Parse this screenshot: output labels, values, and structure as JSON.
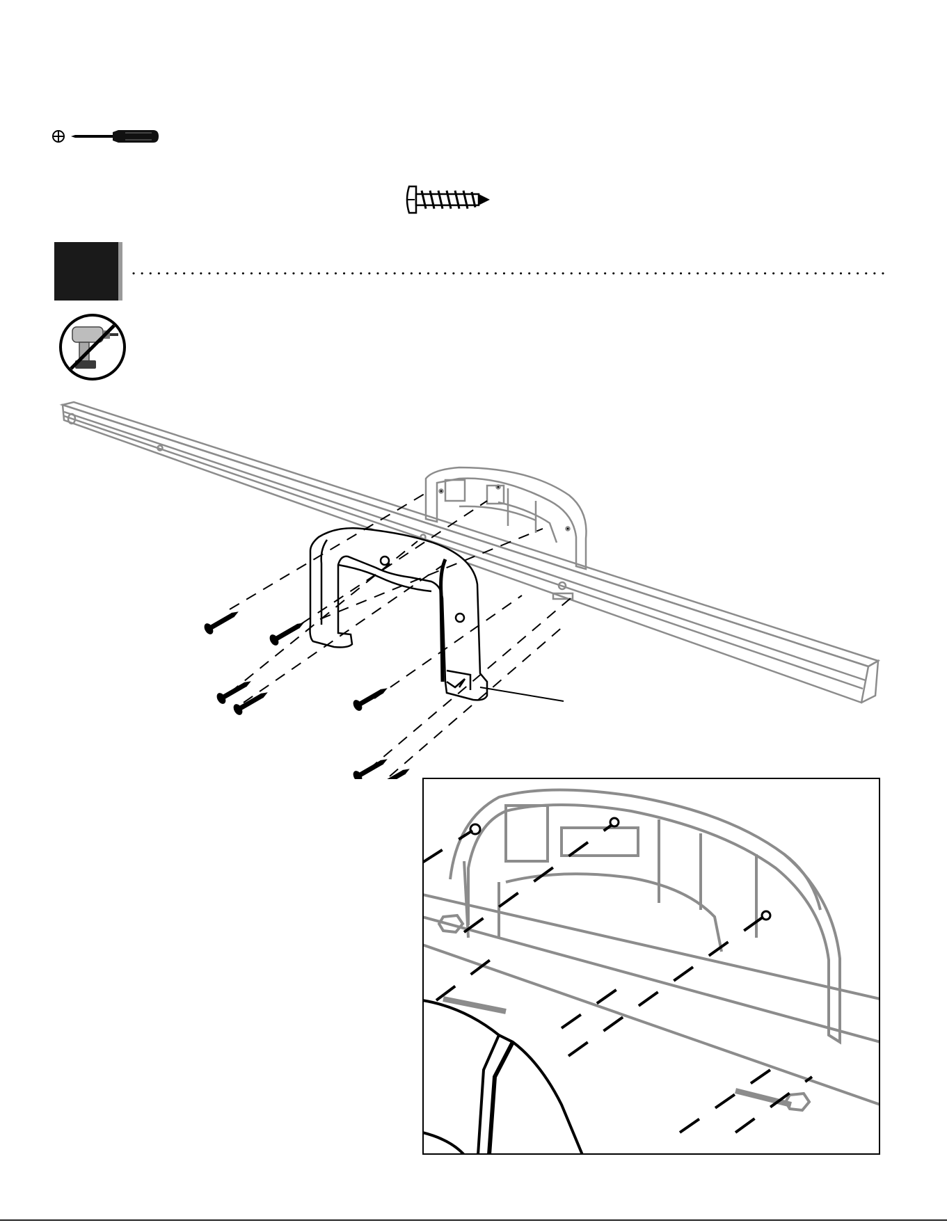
{
  "page": {
    "background": "#ffffff",
    "line_color": "#000000",
    "gray_line_color": "#8c8c8c",
    "step_block_color": "#1a1a1a"
  },
  "icons": {
    "tool": "phillips-screwdriver-icon",
    "part": "pan-head-screw-icon",
    "warning": "no-power-drill-icon"
  },
  "drawing": {
    "rail": "steel-rail-illustration",
    "bracket_front": "u-bracket-front",
    "bracket_back": "u-bracket-back",
    "screws": "screw-set",
    "inset": "detail-inset-screw-holes"
  }
}
